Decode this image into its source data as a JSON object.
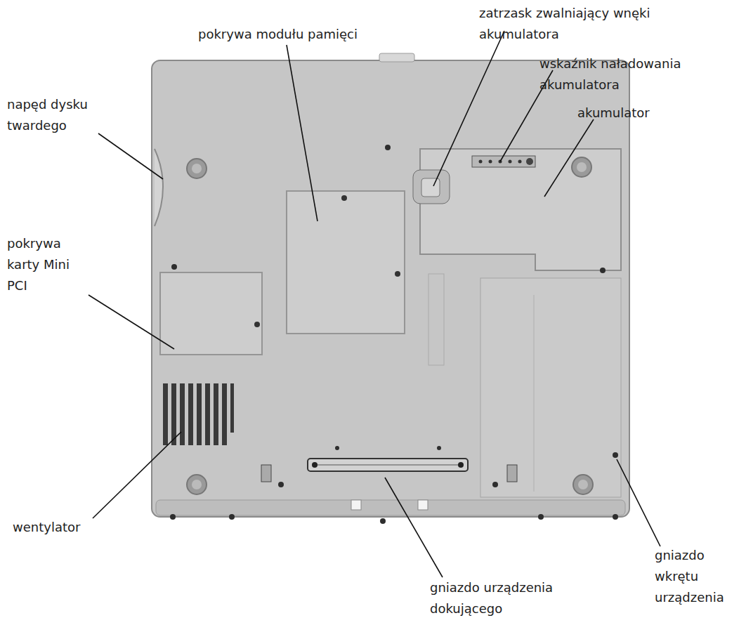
{
  "diagram": {
    "labels": [
      "pokrywa modułu pamięci",
      "zatrzask zwalniający wnęki akumulatora",
      "wskaźnik naładowania akumulatora",
      "akumulator",
      "napęd dysku twardego",
      "pokrywa karty Mini PCI",
      "wentylator",
      "gniazdo urządzenia dokującego",
      "gniazdo wkrętu urządzenia"
    ]
  }
}
